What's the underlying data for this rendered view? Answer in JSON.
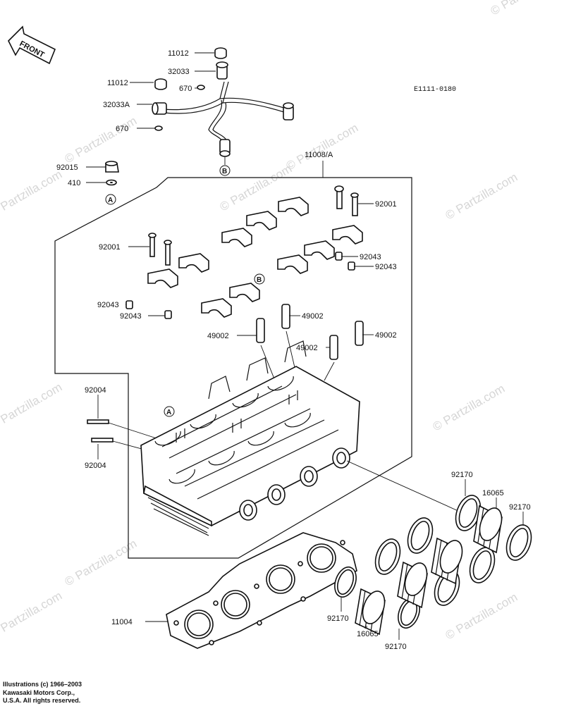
{
  "diagram_code": "E1111-0180",
  "front_label": "FRONT",
  "watermark": "© Partzilla.com",
  "callouts": {
    "a": "A",
    "b": "B"
  },
  "labels": {
    "p11012_top": "11012",
    "p32033": "32033",
    "p11012_left": "11012",
    "p670_top": "670",
    "p32033a": "32033A",
    "p670_left": "670",
    "p11008a": "11008/A",
    "p92015": "92015",
    "p410": "410",
    "p92001_right": "92001",
    "p92001_left": "92001",
    "p92043_r1": "92043",
    "p92043_r2": "92043",
    "p92043_l1": "92043",
    "p92043_l2": "92043",
    "p49002_1": "49002",
    "p49002_2": "49002",
    "p49002_3": "49002",
    "p49002_4": "49002",
    "p92004_top": "92004",
    "p92004_bot": "92004",
    "p92170_1": "92170",
    "p16065_1": "16065",
    "p92170_2": "92170",
    "p11004": "11004",
    "p92170_3": "92170",
    "p16065_2": "16065",
    "p92170_4": "92170"
  },
  "copyright": {
    "line1": "Illustrations (c) 1966–2003",
    "line2": "Kawasaki Motors Corp.,",
    "line3": "U.S.A.  All rights reserved."
  }
}
